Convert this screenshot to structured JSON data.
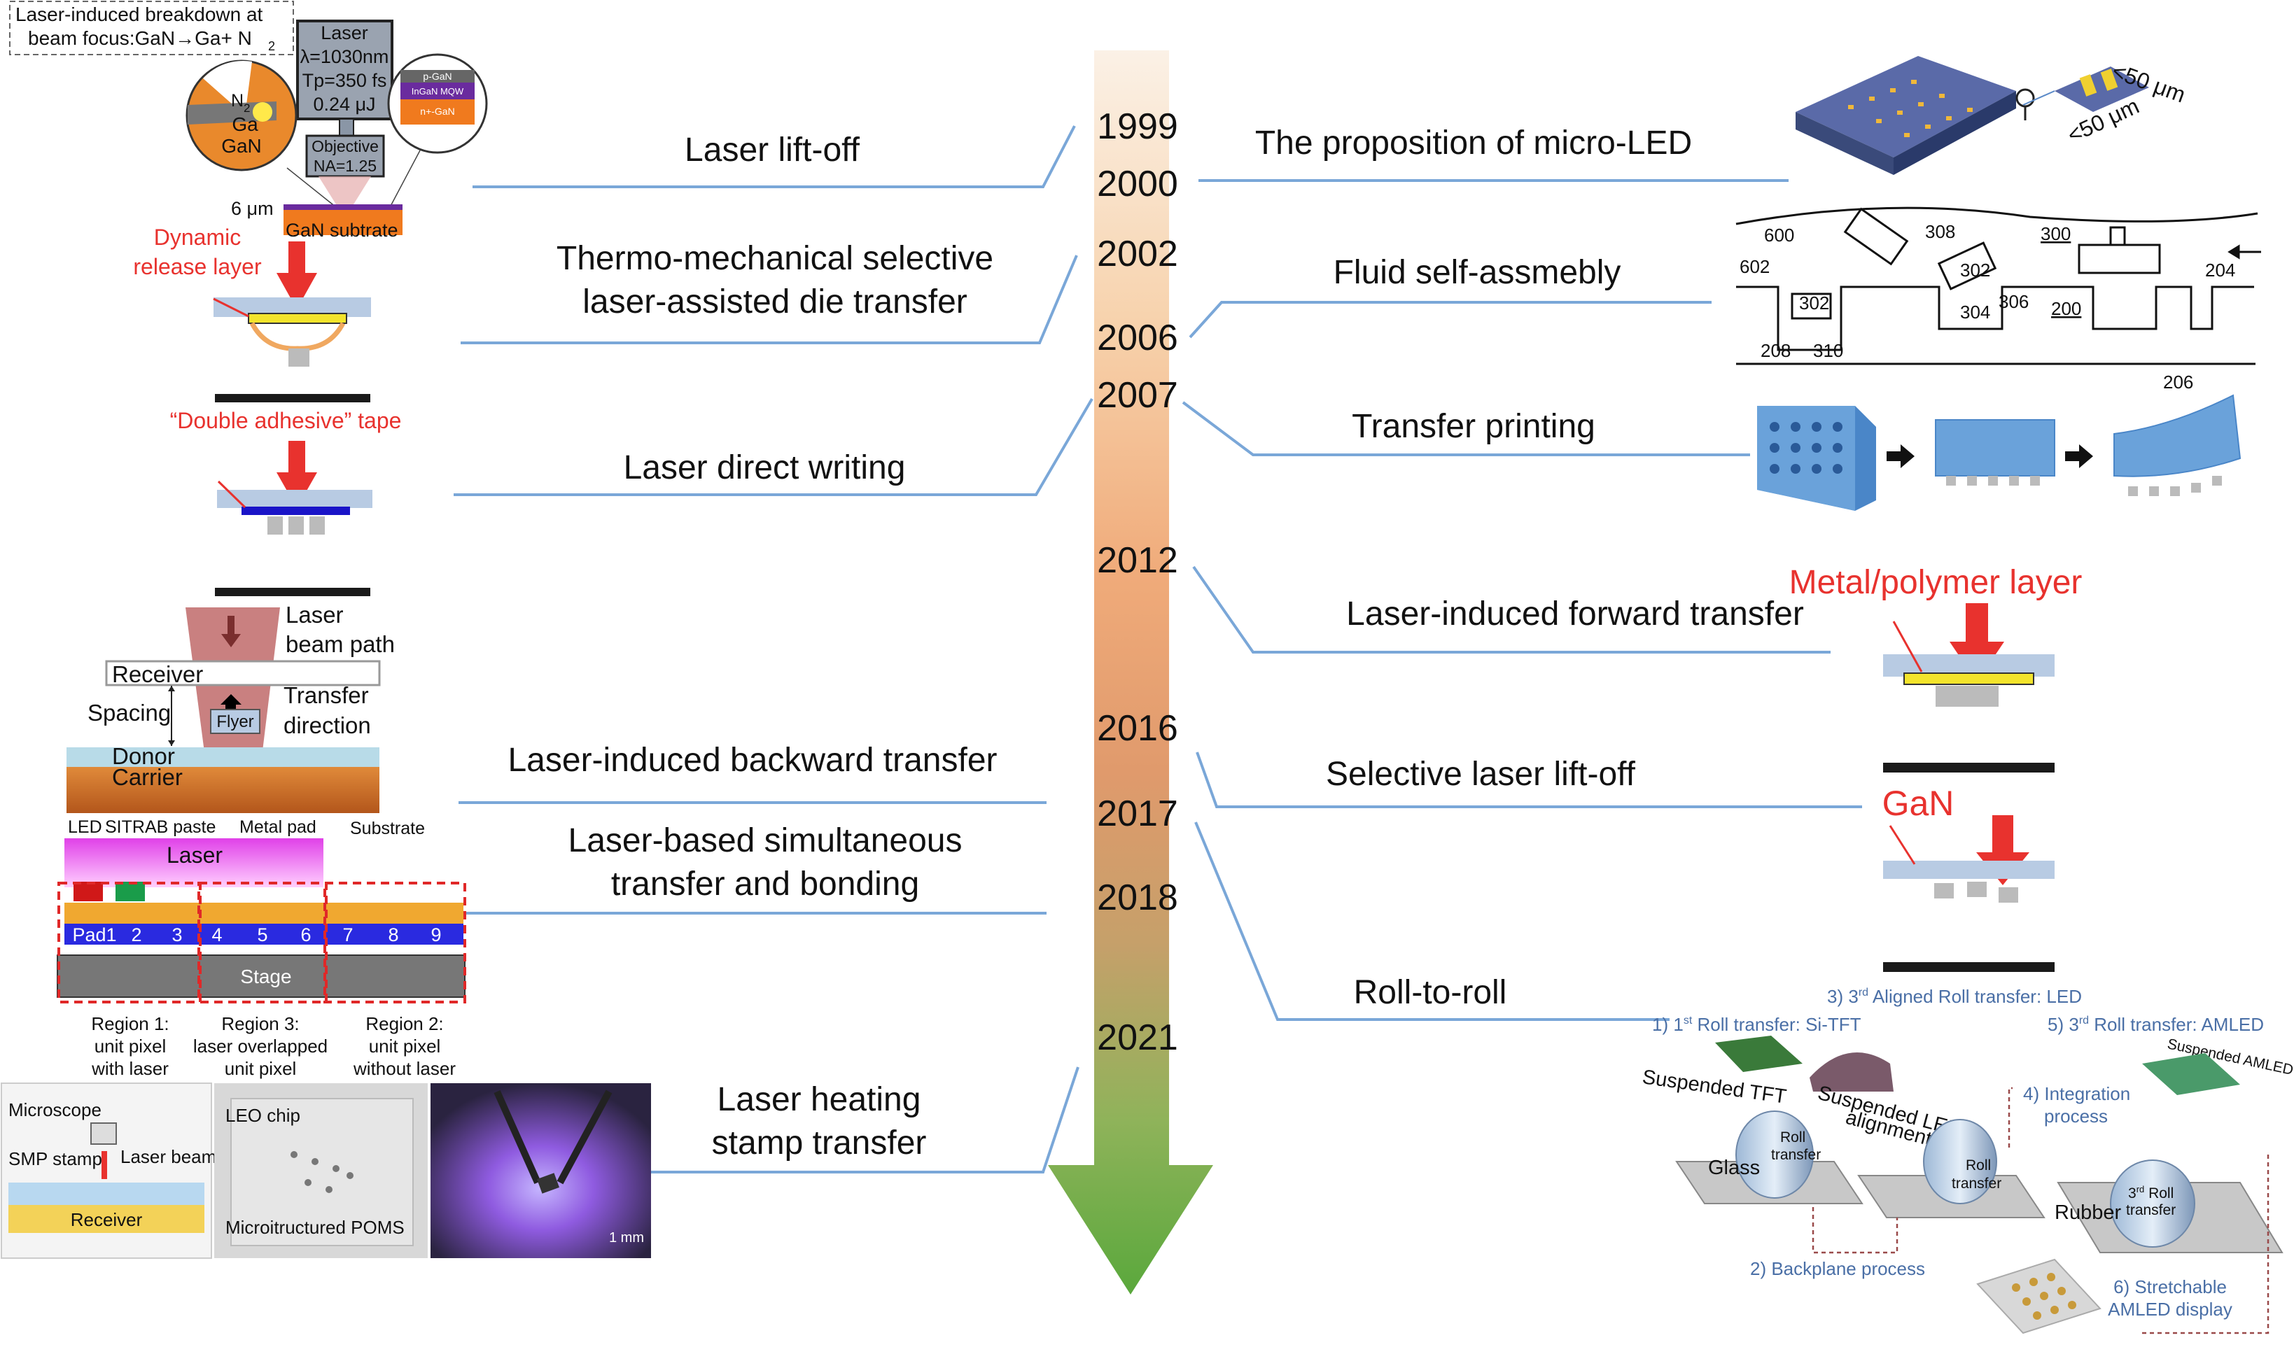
{
  "timeline": {
    "years": [
      "1999",
      "2000",
      "2002",
      "2006",
      "2007",
      "2012",
      "2016",
      "2017",
      "2018",
      "2021"
    ]
  },
  "methods_left": {
    "llo": "Laser lift-off",
    "tmsl_1": "Thermo-mechanical selective",
    "tmsl_2": "laser-assisted die transfer",
    "ldw": "Laser direct writing",
    "libt": "Laser-induced backward transfer",
    "lbstb_1": "Laser-based simultaneous",
    "lbstb_2": "transfer and bonding",
    "lhst_1": "Laser heating",
    "lhst_2": "stamp transfer"
  },
  "methods_right": {
    "microled": "The proposition of micro-LED",
    "fluid": "Fluid self-assmebly",
    "tp": "Transfer printing",
    "lift": "Laser-induced forward transfer",
    "sllo": "Selective laser lift-off",
    "r2r": "Roll-to-roll"
  },
  "fig_llo": {
    "caption_1": "Laser-induced breakdown at",
    "caption_2": "beam focus:GaN→Ga+ N",
    "caption_sub": "2",
    "laser_title": "Laser",
    "laser_lambda": "λ=1030nm",
    "laser_tp": "Tp=350 fs",
    "laser_energy": "0.24 μJ",
    "objective": "Objective",
    "na": "NA=1.25",
    "n2": "N",
    "n2_sub": "2",
    "ga": "Ga",
    "gan": "GaN",
    "p_gan": "p-GaN",
    "mqw": "InGaN MQW",
    "n_gan": "n+-GaN",
    "scale": "6 μm",
    "substrate": "GaN subtrate"
  },
  "fig_tmsl": {
    "label_1": "Dynamic",
    "label_2": "release layer"
  },
  "fig_ldw": {
    "label": "“Double adhesive” tape"
  },
  "fig_libt": {
    "laser_1": "Laser",
    "laser_2": "beam path",
    "receiver": "Receiver",
    "spacing": "Spacing",
    "flyer": "Flyer",
    "transfer_1": "Transfer",
    "transfer_2": "direction",
    "donor": "Donor",
    "carrier": "Carrier"
  },
  "fig_lbstb": {
    "led": "LED",
    "paste": "SITRAB paste",
    "metal_pad": "Metal pad",
    "substrate": "Substrate",
    "laser": "Laser",
    "pads": [
      "Pad1",
      "2",
      "3",
      "4",
      "5",
      "6",
      "7",
      "8",
      "9"
    ],
    "stage": "Stage",
    "region1": [
      "Region 1:",
      "unit pixel",
      "with laser"
    ],
    "region3": [
      "Region 3:",
      "laser overlapped",
      "unit pixel"
    ],
    "region2": [
      "Region 2:",
      "unit pixel",
      "without laser"
    ]
  },
  "fig_lhst": {
    "microscope": "Microscope",
    "smp": "SMP stamp",
    "beam": "Laser beam",
    "receiver": "Receiver",
    "leo": "LEO chip",
    "poms": "Microitructured POMS",
    "scalebar": "1 mm"
  },
  "fig_microled": {
    "dim1": "<50 μm",
    "dim2": "<50 μm"
  },
  "fig_fluid": {
    "labels": [
      "600",
      "308",
      "300",
      "602",
      "302",
      "302",
      "304",
      "306",
      "200",
      "204",
      "208",
      "310",
      "206"
    ]
  },
  "fig_lift": {
    "label": "Metal/polymer layer"
  },
  "fig_sllo": {
    "label": "GaN"
  },
  "fig_r2r": {
    "step3": "3) 3",
    "step3_sup": "rd",
    "step3_rest": " Aligned Roll transfer: LED",
    "step1": "1) 1",
    "step1_sup": "st",
    "step1_rest": " Roll transfer: Si-TFT",
    "step5": "5) 3",
    "step5_sup": "rd",
    "step5_rest": " Roll transfer: AMLED",
    "susp_amled": "Suspended AMLED",
    "susp_tft": "Suspended TFT",
    "susp_led": "Suspended LED",
    "alignment": "alignment",
    "step4_1": "4) Integration",
    "step4_2": "process",
    "glass": "Glass",
    "rubber": "Rubber",
    "roll": "Roll",
    "transfer": "transfer",
    "roll3": "3",
    "roll3_sup": "rd",
    "roll3_rest": " Roll",
    "step2": "2) Backplane process",
    "step6_1": "6) Stretchable",
    "step6_2": "AMLED display"
  }
}
